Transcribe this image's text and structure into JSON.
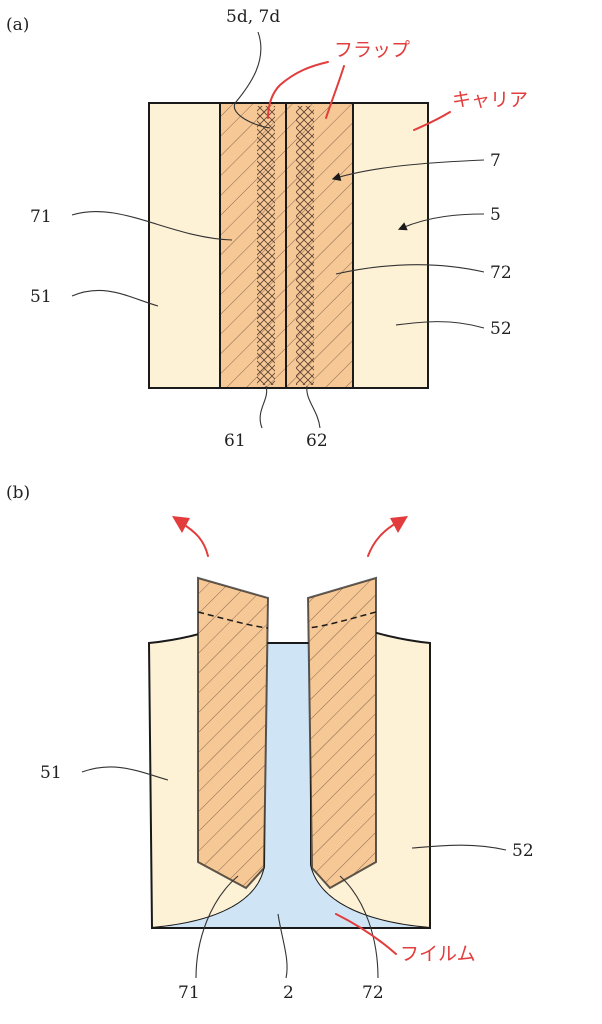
{
  "colors": {
    "carrier_fill": "#fdf1d6",
    "flap_fill": "#f6c896",
    "film_fill": "#cfe4f5",
    "annotation": "#e23c3c",
    "line": "#1a1a1a"
  },
  "panel_a": {
    "tag": "(a)",
    "labels": {
      "top": "5d, 7d",
      "n7": "7",
      "n5": "5",
      "n71": "71",
      "n72": "72",
      "n51": "51",
      "n52": "52",
      "n61": "61",
      "n62": "62"
    },
    "annotations": {
      "flap": "フラップ",
      "carrier": "キャリア"
    }
  },
  "panel_b": {
    "tag": "(b)",
    "labels": {
      "n51": "51",
      "n52": "52",
      "n71": "71",
      "n2": "2",
      "n72": "72"
    },
    "annotations": {
      "film": "フイルム"
    }
  }
}
